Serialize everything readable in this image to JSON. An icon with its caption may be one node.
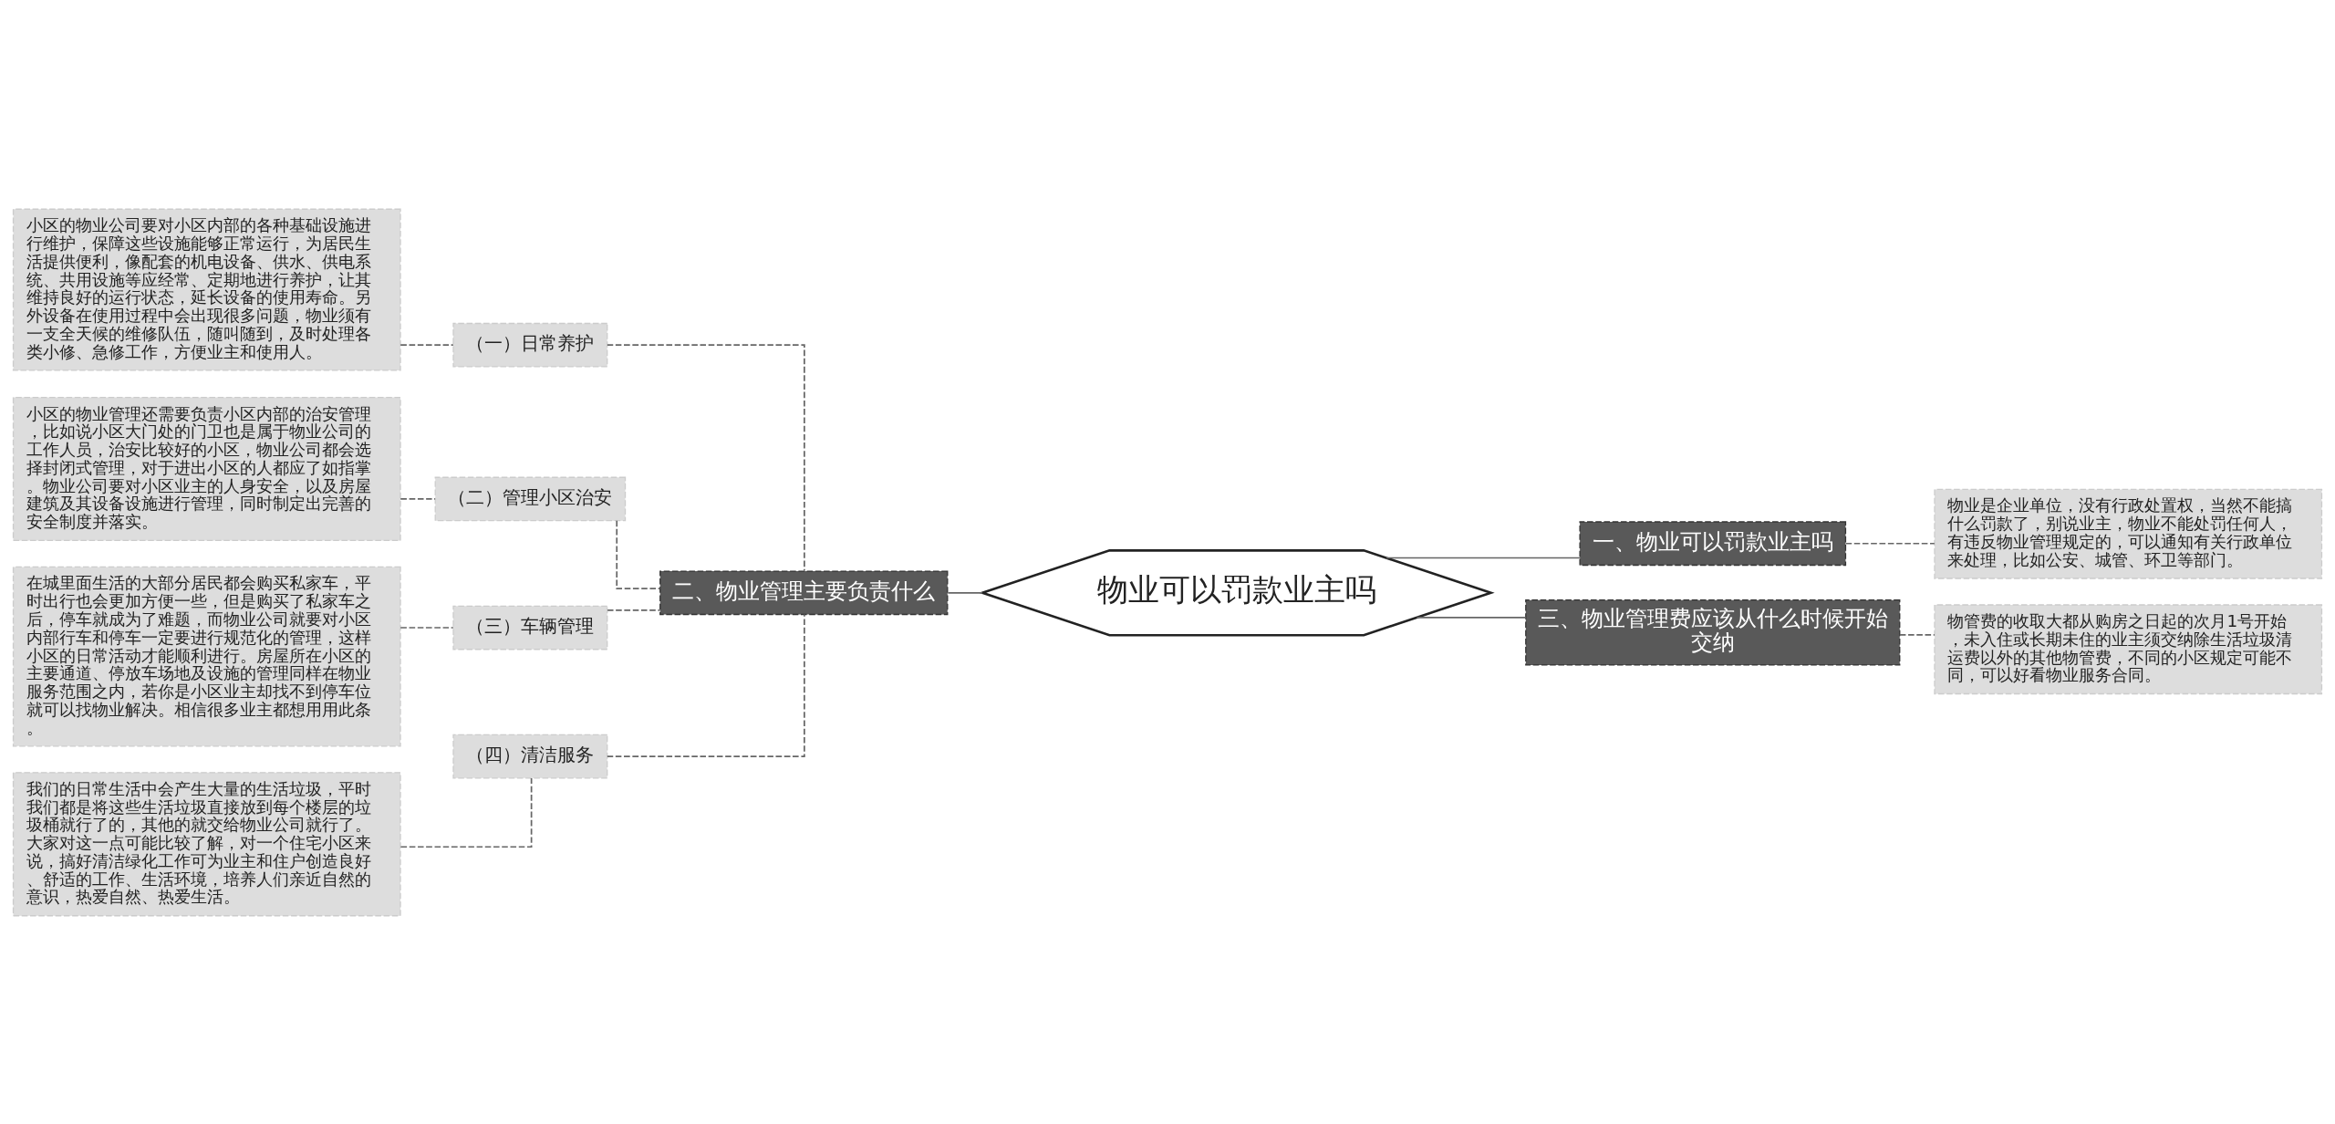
{
  "diagram": {
    "nodes": [
      {
        "text": [
          "物业可以罚款业主吗"
        ]
      },
      {
        "text": [
          "二、物业管理主要负责什么"
        ]
      },
      {
        "text": [
          "（一）日常养护"
        ]
      },
      {
        "text": [
          "小区的物业公司要对小区内部的各种基础设施进行维护，保障这些设施能够正常运行，为居民生活提供便利，像配套的机电设备、供水、供电系统、共用设施等应经常、定期地进行养护，让其维持良好的运行状态，延长设备的使用寿命。另外设备在使用过程中会出现很多问题，物业须有一支全天候的维修队伍，随叫随到，及时处理各类小修、急修工作，方便业主和使用人。"
        ]
      },
      {
        "text": [
          "（二）管理小区治安"
        ]
      },
      {
        "text": [
          "小区的物业管理还需要负责小区内部的治安管理，比如说小区大门处的门卫也是属于物业公司的工作人员，治安比较好的小区，物业公司都会选择封闭式管理，对于进出小区的人都应了如指掌。物业公司要对小区业主的人身安全，以及房屋建筑及其设备设施进行管理，同时制定出完善的安全制度并落实。"
        ]
      },
      {
        "text": [
          "（三）车辆管理"
        ]
      },
      {
        "text": [
          "在城里面生活的大部分居民都会购买私家车，平时出行也会更加方便一些，但是购买了私家车之后，停车就成为了难题，而物业公司就要对小区内部行车和停车一定要进行规范化的管理，这样小区的日常活动才能顺利进行。房屋所在小区的主要通道、停放车场地及设施的管理同样在物业服务范围之内，若你是小区业主却找不到停车位就可以找物业解决。相信很多业主都想用用此条。"
        ]
      },
      {
        "text": [
          "（四）清洁服务"
        ]
      },
      {
        "text": [
          "我们的日常生活中会产生大量的生活垃圾，平时我们都是将这些生活垃圾直接放到每个楼层的垃圾桶就行了的，其他的就交给物业公司就行了。大家对这一点可能比较了解，对一个住宅小区来说，搞好清洁绿化工作可为业主和住户创造良好、舒适的工作、生活环境，培养人们亲近自然的意识，热爱自然、热爱生活。"
        ]
      },
      {
        "text": [
          "一、物业可以罚款业主吗"
        ]
      },
      {
        "text": [
          "物业是企业单位，没有行政处置权，当然不能搞什么罚款了，别说业主，物业不能处罚任何人，有违反物业管理规定的，可以通知有关行政单位来处理，比如公安、城管、环卫等部门。"
        ]
      },
      {
        "text": [
          "三、物业管理费应该从什么时候开始交纳"
        ]
      },
      {
        "text": [
          "物管费的收取大都从购房之日起的次月1号开始，未入住或长期未住的业主须交纳除生活垃圾清运费以外的其他物管费，不同的小区规定可能不同，可以好看物业服务合同。"
        ]
      }
    ],
    "edges": [
      {
        "from": 0,
        "to": 1,
        "arrow": "none"
      },
      {
        "from": 1,
        "to": 2,
        "arrow": "none",
        "style": "dashed"
      },
      {
        "from": 2,
        "to": 3,
        "arrow": "none",
        "style": "dashed"
      },
      {
        "from": 1,
        "to": 4,
        "arrow": "none",
        "style": "dashed"
      },
      {
        "from": 4,
        "to": 5,
        "arrow": "none",
        "style": "dashed"
      },
      {
        "from": 1,
        "to": 6,
        "arrow": "none",
        "style": "dashed"
      },
      {
        "from": 6,
        "to": 7,
        "arrow": "none",
        "style": "dashed"
      },
      {
        "from": 1,
        "to": 8,
        "arrow": "none",
        "style": "dashed"
      },
      {
        "from": 8,
        "to": 9,
        "arrow": "none",
        "style": "dashed"
      },
      {
        "from": 0,
        "to": 10,
        "arrow": "none"
      },
      {
        "from": 10,
        "to": 11,
        "arrow": "none",
        "style": "dashed"
      },
      {
        "from": 0,
        "to": 12,
        "arrow": "none"
      },
      {
        "from": 12,
        "to": 13,
        "arrow": "none",
        "style": "dashed"
      }
    ]
  }
}
